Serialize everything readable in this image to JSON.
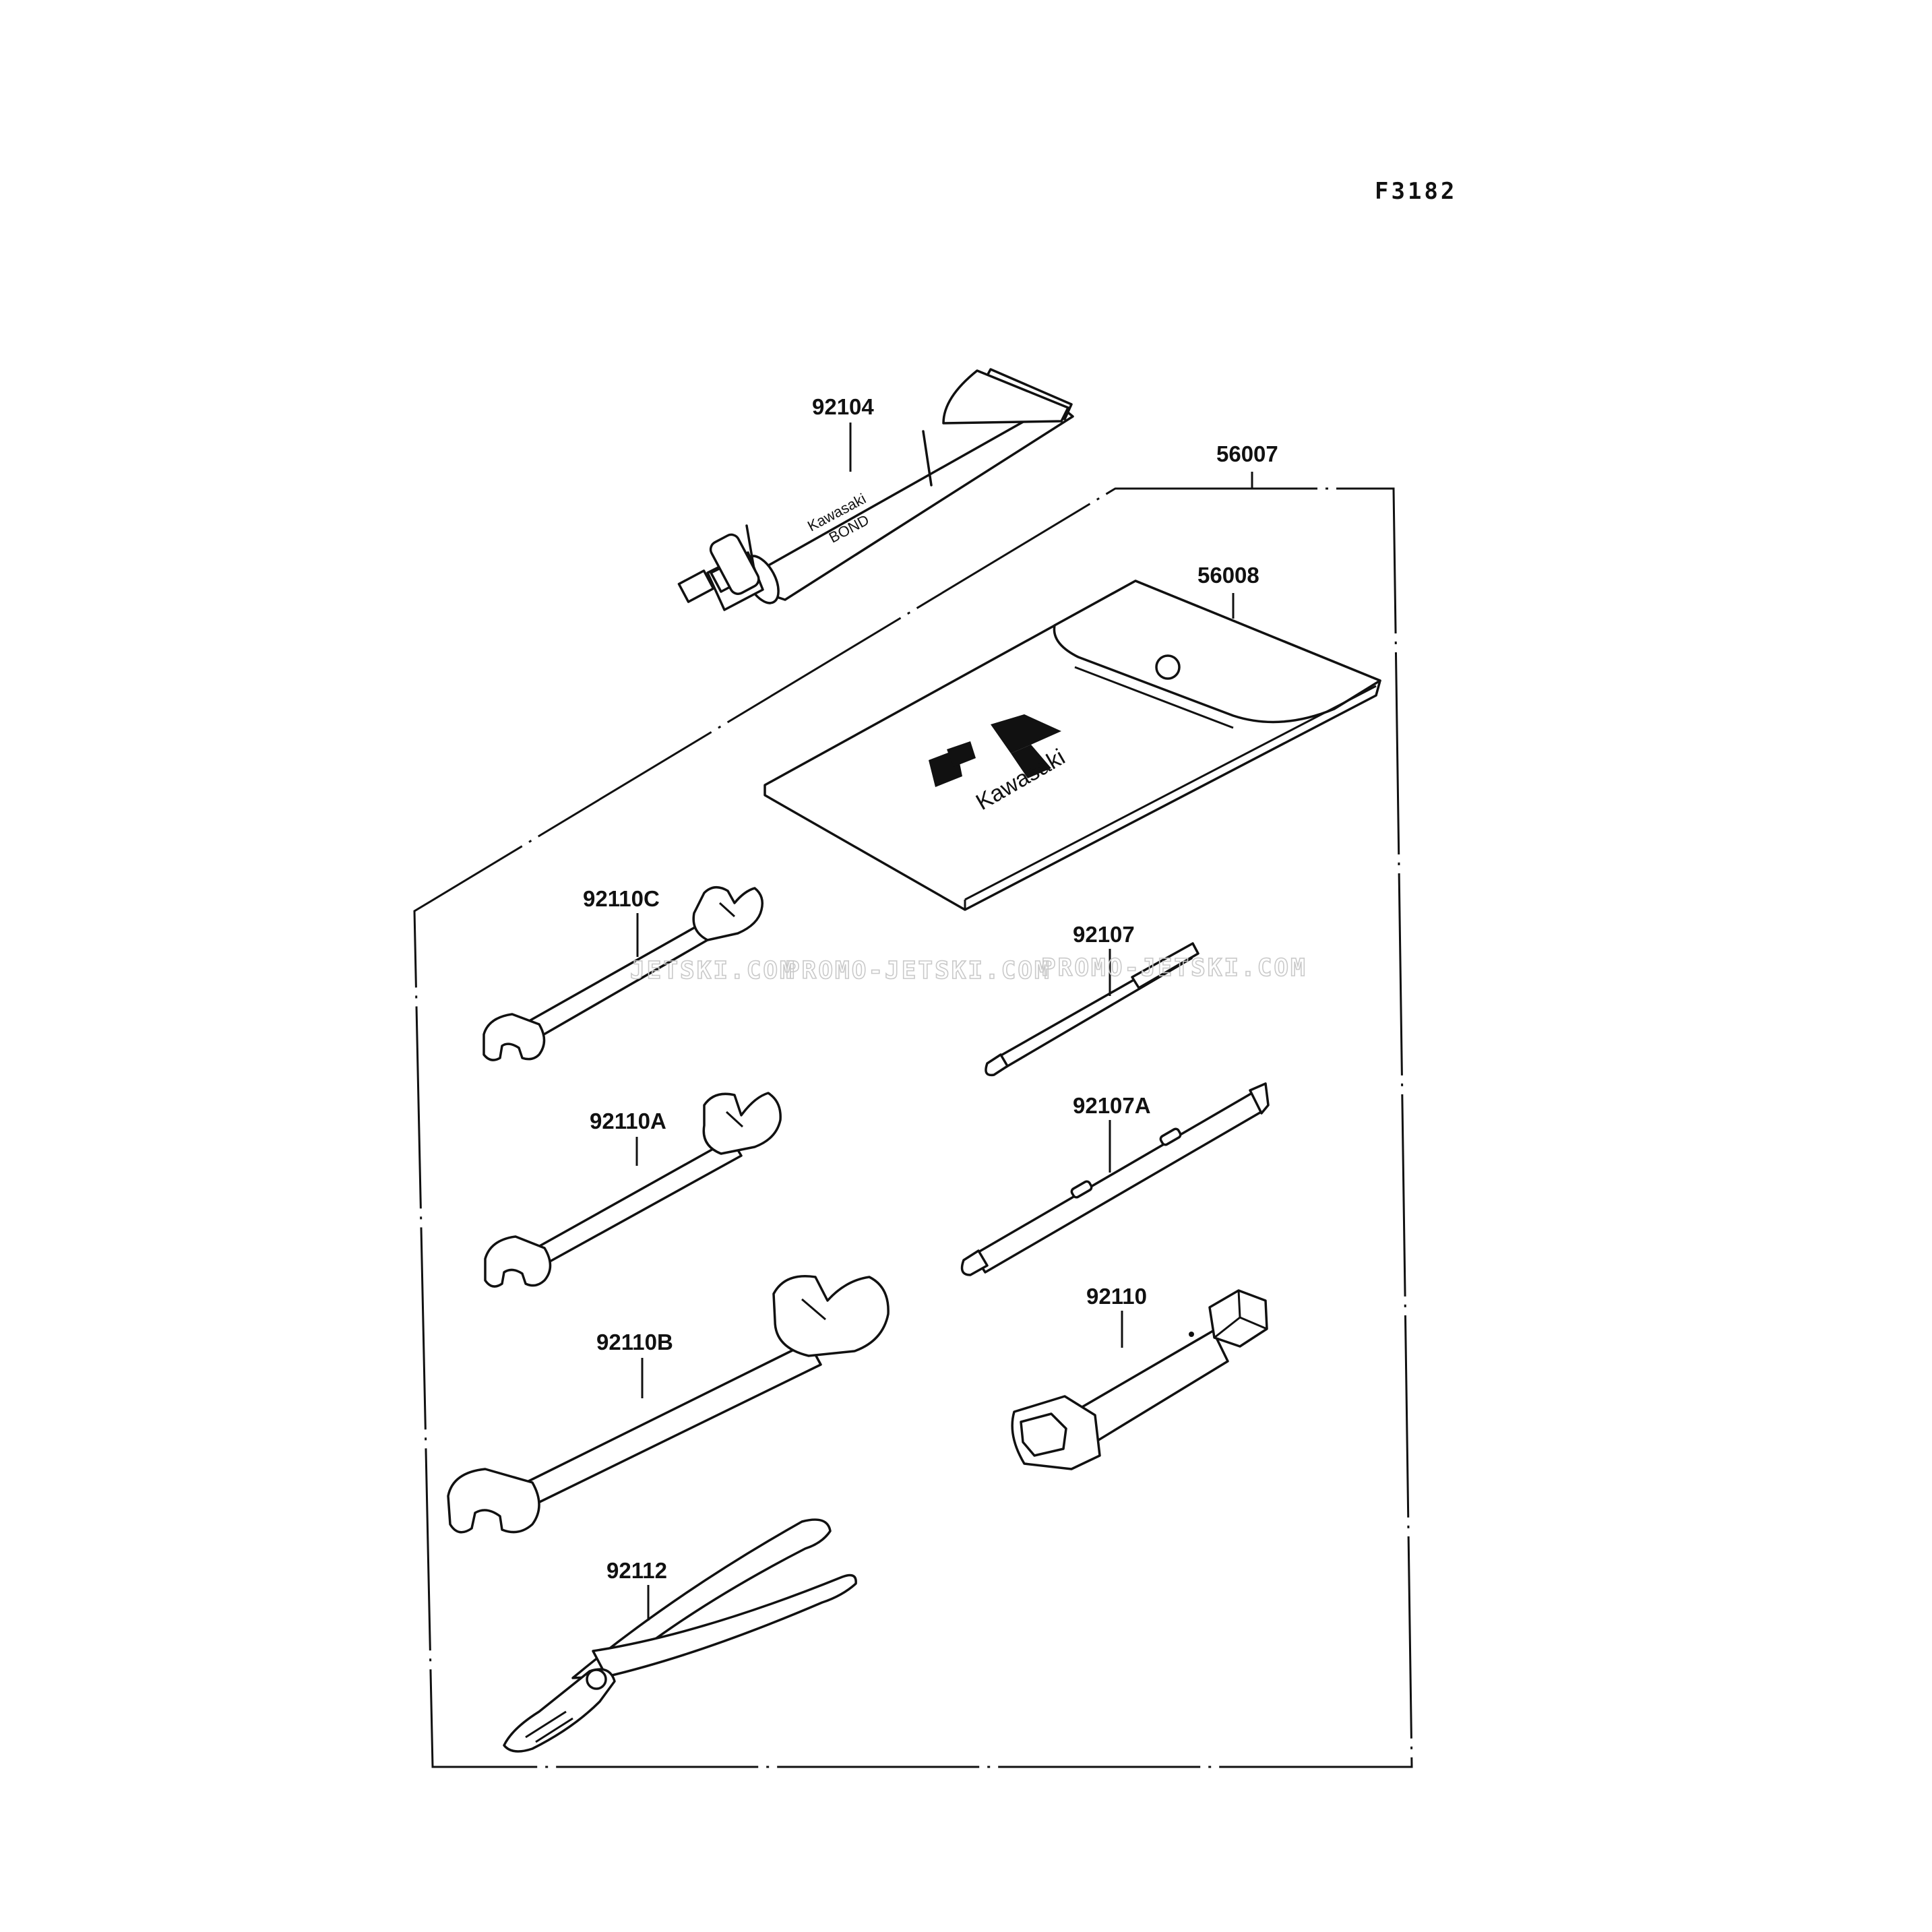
{
  "diagram_code": "F3182",
  "watermark": [
    "JETSKI.COM",
    "PROMO-JETSKI.COM",
    "PROMO-JETSKI.COM"
  ],
  "tube_label": [
    "Kawasaki",
    "BOND"
  ],
  "pouch_logo_text": "Kawasaki",
  "parts": [
    {
      "id": "92104"
    },
    {
      "id": "56007"
    },
    {
      "id": "56008"
    },
    {
      "id": "92110C"
    },
    {
      "id": "92107"
    },
    {
      "id": "92110A"
    },
    {
      "id": "92107A"
    },
    {
      "id": "92110"
    },
    {
      "id": "92110B"
    },
    {
      "id": "92112"
    }
  ],
  "colors": {
    "ink": "#111111",
    "background": "#ffffff",
    "watermark": "#c9c9c9"
  }
}
